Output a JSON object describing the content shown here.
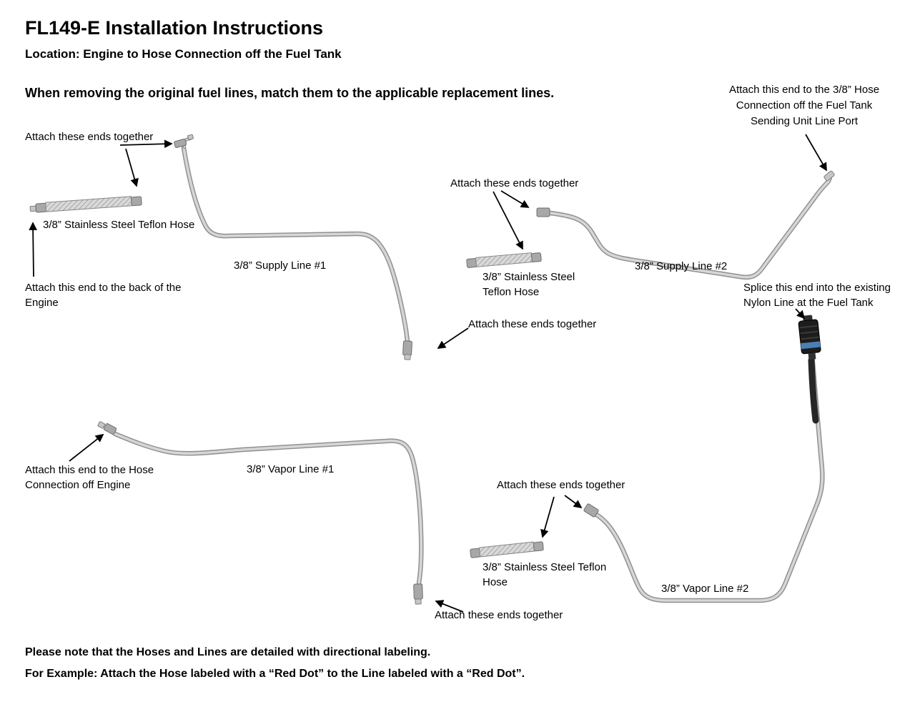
{
  "header": {
    "title": "FL149-E Installation Instructions",
    "location": "Location: Engine to Hose Connection off the Fuel Tank",
    "instruction": "When removing the original fuel lines, match them to the applicable replacement lines."
  },
  "labels": {
    "attach_ends_together": "Attach these ends together",
    "hose_top_left": "3/8” Stainless Steel Teflon Hose",
    "attach_back_engine": "Attach this end to the back of the Engine",
    "supply_line_1": "3/8” Supply Line #1",
    "hose_mid": "3/8” Stainless Steel Teflon Hose",
    "supply_line_2": "3/8” Supply Line #2",
    "fuel_tank_port": "Attach this end to the 3/8” Hose Connection off the Fuel Tank Sending Unit Line Port",
    "splice_nylon": "Splice this end into the existing Nylon Line at the Fuel Tank",
    "attach_hose_engine": "Attach this end to the Hose Connection off Engine",
    "vapor_line_1": "3/8” Vapor Line #1",
    "hose_bottom": "3/8” Stainless Steel Teflon Hose",
    "vapor_line_2": "3/8” Vapor Line #2"
  },
  "footer": {
    "note1": "Please note that the Hoses and Lines are detailed with directional labeling.",
    "note2": "For Example: Attach the Hose labeled with a “Red Dot” to the Line labeled with a “Red Dot”."
  },
  "colors": {
    "line_outline": "#8f8f8f",
    "line_fill": "#d6d6d6",
    "fitting": "#a8a8a8",
    "connector_dark": "#1c1c1c",
    "connector_blue": "#4a7fb5",
    "arrow": "#000000"
  }
}
